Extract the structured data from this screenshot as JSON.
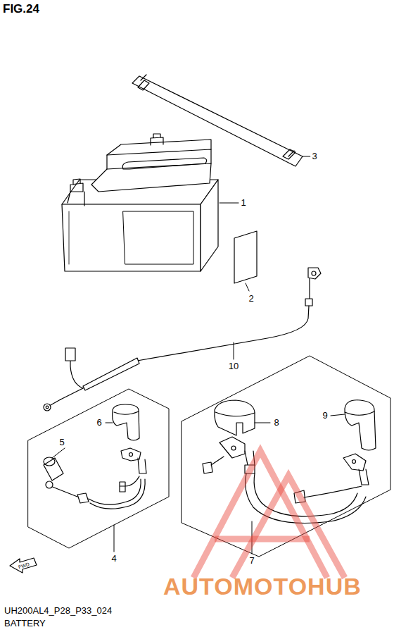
{
  "diagram": {
    "title": "FIG.24",
    "labels": [
      "3",
      "1",
      "2",
      "10",
      "6",
      "5",
      "8",
      "9",
      "4",
      "7",
      "FWD",
      "AUTOMOTOHUB",
      "UH200AL4_P28_P33_024",
      "BATTERY"
    ]
  }
}
